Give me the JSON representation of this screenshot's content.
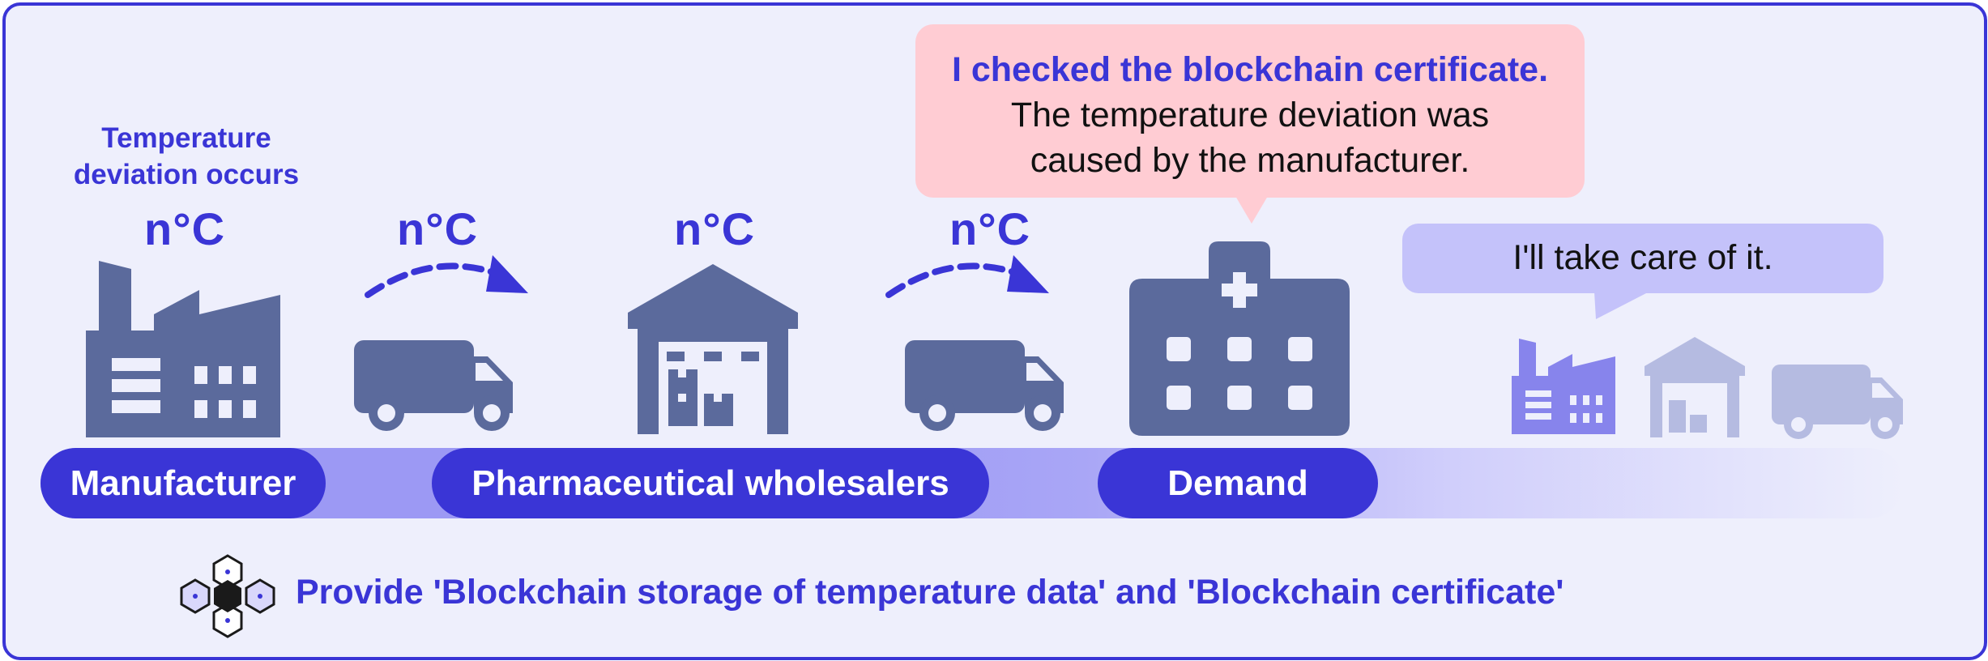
{
  "warning_note": {
    "line1": "Temperature",
    "line2": "deviation occurs"
  },
  "temperature_labels": [
    "n°C",
    "n°C",
    "n°C",
    "n°C"
  ],
  "speech_demand": {
    "highlight": "I checked the blockchain certificate.",
    "line2": "The temperature deviation was",
    "line3": "caused by the manufacturer."
  },
  "speech_manufacturer": {
    "text": "I'll take care of it."
  },
  "stages": {
    "manufacturer": "Manufacturer",
    "wholesalers": "Pharmaceutical wholesalers",
    "demand": "Demand"
  },
  "footer": {
    "text": "Provide 'Blockchain storage of temperature data' and 'Blockchain certificate'",
    "icon": "blockchain-hexagon-icon"
  },
  "colors": {
    "accent": "#3a35d6",
    "icon_slate": "#5b6a9c",
    "pink_bubble": "#ffccd3",
    "lavender_bubble": "#c4c2fa",
    "background": "#eeeffc"
  }
}
